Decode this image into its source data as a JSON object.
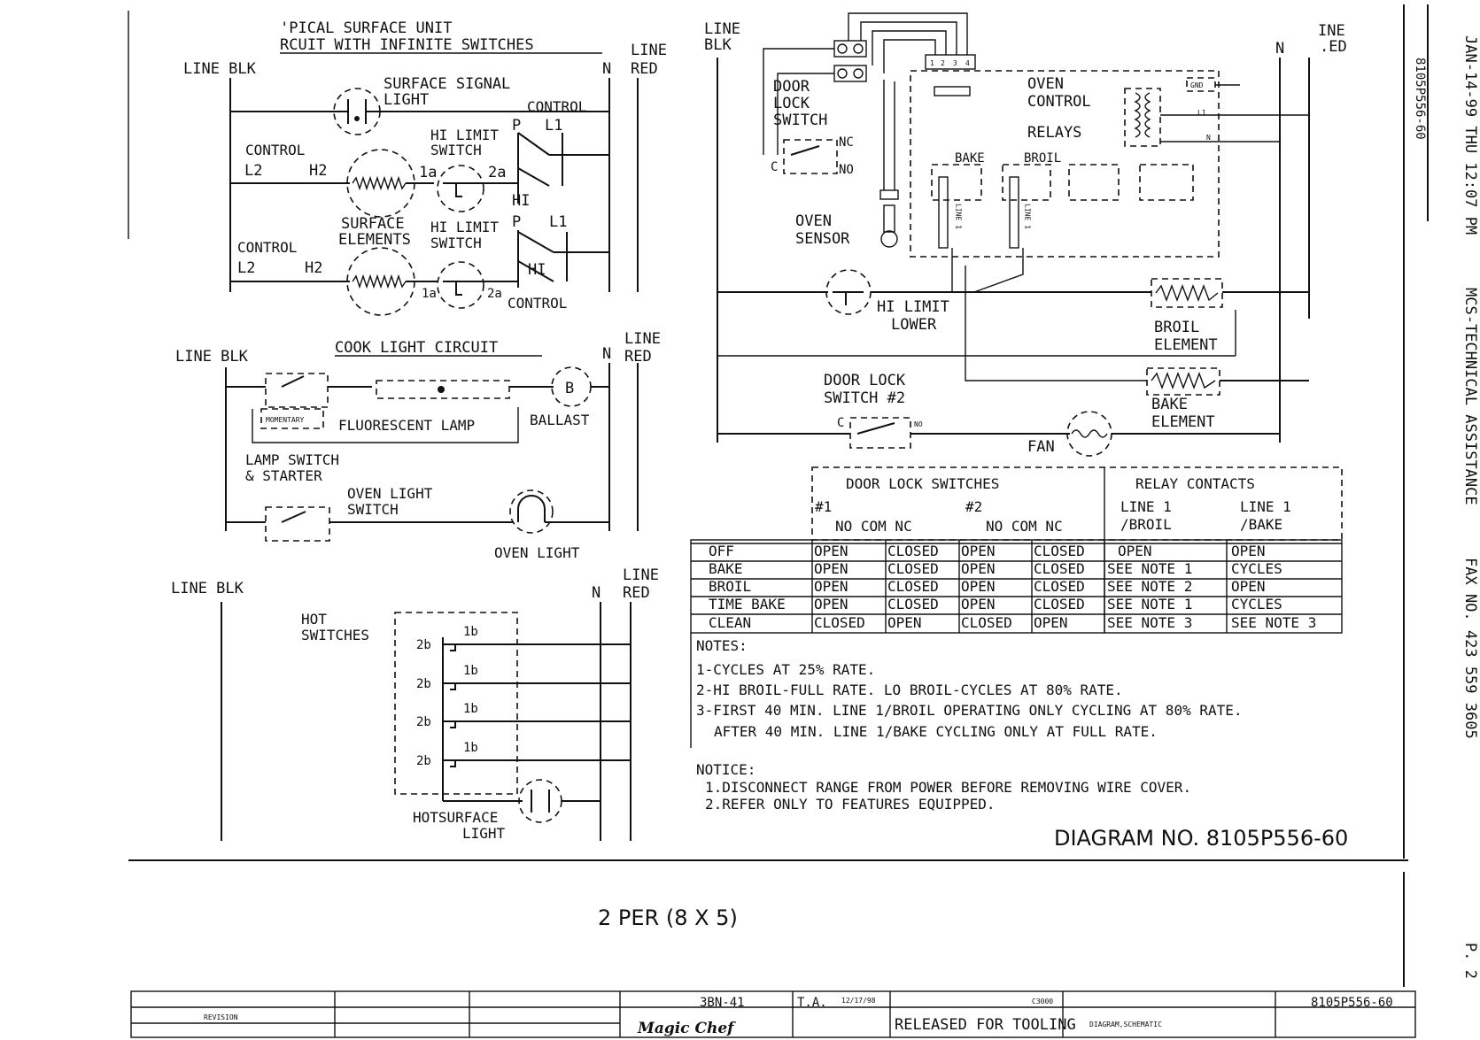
{
  "header": {
    "title_line1": "'PICAL SURFACE UNIT",
    "title_line2": "RCUIT WITH INFINITE SWITCHES"
  },
  "labels": {
    "line_blk": "LINE BLK",
    "line": "LINE",
    "blk": "BLK",
    "red": "RED",
    "n": "N",
    "ine": "INE",
    "ed": ".ED",
    "surface_signal": "SURFACE SIGNAL",
    "light": "LIGHT",
    "control": "CONTROL",
    "hi_limit": "HI LIMIT",
    "switch": "SWITCH",
    "p": "P",
    "l1": "L1",
    "l2": "L2",
    "h2": "H2",
    "hi": "HI",
    "one_a": "1a",
    "two_a": "2a",
    "surface": "SURFACE",
    "elements": "ELEMENTS",
    "cook_light_circuit": "COOK LIGHT CIRCUIT",
    "fluorescent_lamp": "FLUORESCENT LAMP",
    "momentary": "MOMENTARY",
    "ballast": "BALLAST",
    "b": "B",
    "lamp_switch": "LAMP SWITCH",
    "starter": "& STARTER",
    "oven_light_switch_1": "OVEN LIGHT",
    "oven_light_switch_2": "SWITCH",
    "oven_light": "OVEN LIGHT",
    "hot": "HOT",
    "switches": "SWITCHES",
    "two_b": "2b",
    "one_b": "1b",
    "hotsurface": "HOTSURFACE",
    "door": "DOOR",
    "lock": "LOCK",
    "nc": "NC",
    "no": "NO",
    "c": "C",
    "oven_control": "OVEN",
    "control2": "CONTROL",
    "relays": "RELAYS",
    "gnd": "GND",
    "bake": "BAKE",
    "broil": "BROIL",
    "line1": "LINE 1",
    "oven": "OVEN",
    "sensor": "SENSOR",
    "hi_limit_lower_1": "HI LIMIT",
    "hi_limit_lower_2": "LOWER",
    "broil_element_1": "BROIL",
    "broil_element_2": "ELEMENT",
    "door_lock_switch2_1": "DOOR LOCK",
    "door_lock_switch2_2": "SWITCH #2",
    "bake_element_1": "BAKE",
    "bake_element_2": "ELEMENT",
    "fan": "FAN",
    "pins": [
      "1",
      "2",
      "3",
      "4"
    ]
  },
  "table": {
    "head_door": "DOOR LOCK SWITCHES",
    "head_relay": "RELAY CONTACTS",
    "sw1": "#1",
    "sw2": "#2",
    "sub1": "NO COM NC",
    "sub2": "NO COM  NC",
    "relay_col1": "LINE 1\n/BROIL",
    "relay_col1a": "LINE 1",
    "relay_col1b": "/BROIL",
    "relay_col2a": "LINE 1",
    "relay_col2b": "/BAKE",
    "rows": [
      {
        "mode": "OFF",
        "c1": "OPEN",
        "c2": "CLOSED",
        "c3": "OPEN",
        "c4": "CLOSED",
        "c5": "OPEN",
        "c6": "OPEN"
      },
      {
        "mode": "BAKE",
        "c1": "OPEN",
        "c2": "CLOSED",
        "c3": "OPEN",
        "c4": "CLOSED",
        "c5": "SEE NOTE 1",
        "c6": "CYCLES"
      },
      {
        "mode": "BROIL",
        "c1": "OPEN",
        "c2": "CLOSED",
        "c3": "OPEN",
        "c4": "CLOSED",
        "c5": "SEE NOTE 2",
        "c6": "OPEN"
      },
      {
        "mode": "TIME BAKE",
        "c1": "OPEN",
        "c2": "CLOSED",
        "c3": "OPEN",
        "c4": "CLOSED",
        "c5": "SEE NOTE 1",
        "c6": "CYCLES"
      },
      {
        "mode": "CLEAN",
        "c1": "CLOSED",
        "c2": "OPEN",
        "c3": "CLOSED",
        "c4": "OPEN",
        "c5": "SEE NOTE 3",
        "c6": "SEE NOTE 3"
      }
    ]
  },
  "notes": {
    "heading": "NOTES:",
    "lines": [
      "1-CYCLES AT 25% RATE.",
      "2-HI BROIL-FULL RATE. LO BROIL-CYCLES AT 80% RATE.",
      "3-FIRST 40 MIN. LINE 1/BROIL OPERATING ONLY CYCLING AT 80% RATE.",
      "  AFTER 40 MIN. LINE 1/BAKE CYCLING ONLY AT FULL RATE."
    ]
  },
  "notice": {
    "heading": "NOTICE:",
    "lines": [
      "1.DISCONNECT RANGE FROM POWER BEFORE REMOVING WIRE COVER.",
      "2.REFER ONLY TO FEATURES EQUIPPED."
    ]
  },
  "diagram_no": "DIAGRAM NO. 8105P556-60",
  "per_note": "2 PER (8 X 5)",
  "fax_header": {
    "date": "JAN-14-99 THU 12:07 PM",
    "dept": "MCS-TECHNICAL ASSISTANCE",
    "fax": "FAX NO. 423 559 3605",
    "page": "P. 2",
    "doc_no": "8105P556-60"
  },
  "title_block": {
    "brand": "Magic Chef",
    "model": "3BN-41",
    "status": "RELEASED FOR TOOLING",
    "part": "DIAGRAM,SCHEMATIC",
    "number": "8105P556-60",
    "drawn": "T.A.",
    "date": "12/17/98",
    "eco": "C3000",
    "revision": "REVISION"
  }
}
